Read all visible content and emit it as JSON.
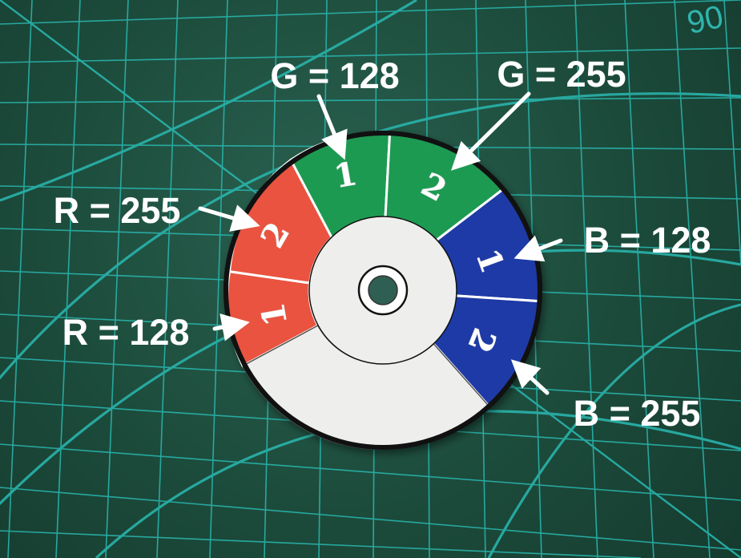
{
  "colors": {
    "mat": "#1f4f3e",
    "grid": "#29b3ab",
    "red": "#e9533f",
    "green": "#1d9a52",
    "blue": "#1d3aa6",
    "paper": "#eeeeec",
    "rim": "#111111",
    "label": "#ffffff"
  },
  "mat": {
    "corner_marking": "90"
  },
  "callouts": {
    "g128": "G = 128",
    "g255": "G = 255",
    "r255": "R = 255",
    "b128": "B = 128",
    "r128": "R = 128",
    "b255": "B = 255"
  },
  "disc": {
    "segments": {
      "red_1": "1",
      "red_2": "2",
      "green_1": "1",
      "green_2": "2",
      "blue_1": "1",
      "blue_2": "2"
    }
  }
}
